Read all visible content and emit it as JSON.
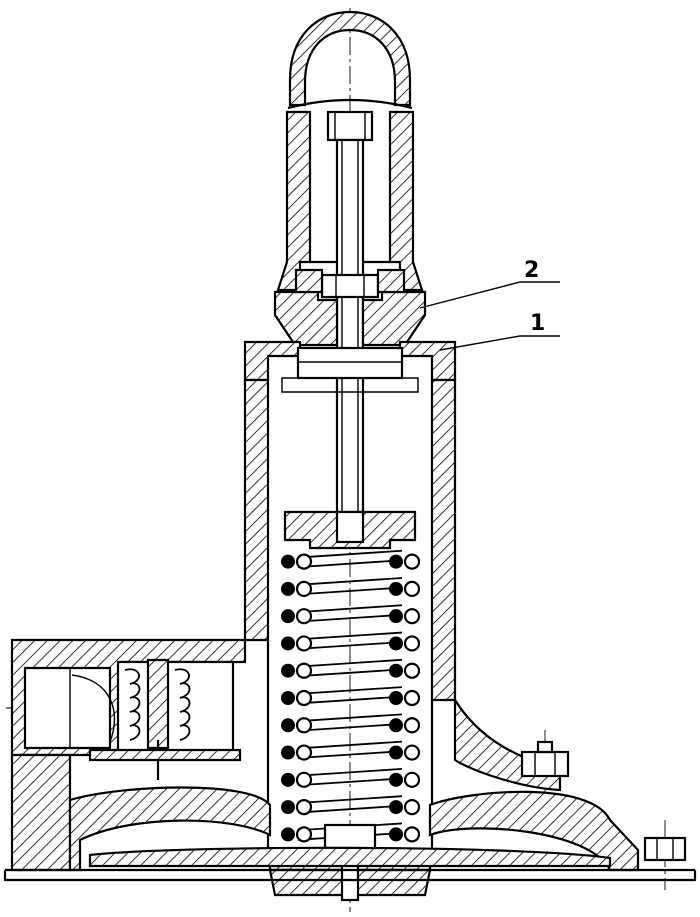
{
  "figure": {
    "labels": [
      {
        "id": "part-2",
        "text": "2"
      },
      {
        "id": "part-1",
        "text": "1"
      }
    ]
  }
}
